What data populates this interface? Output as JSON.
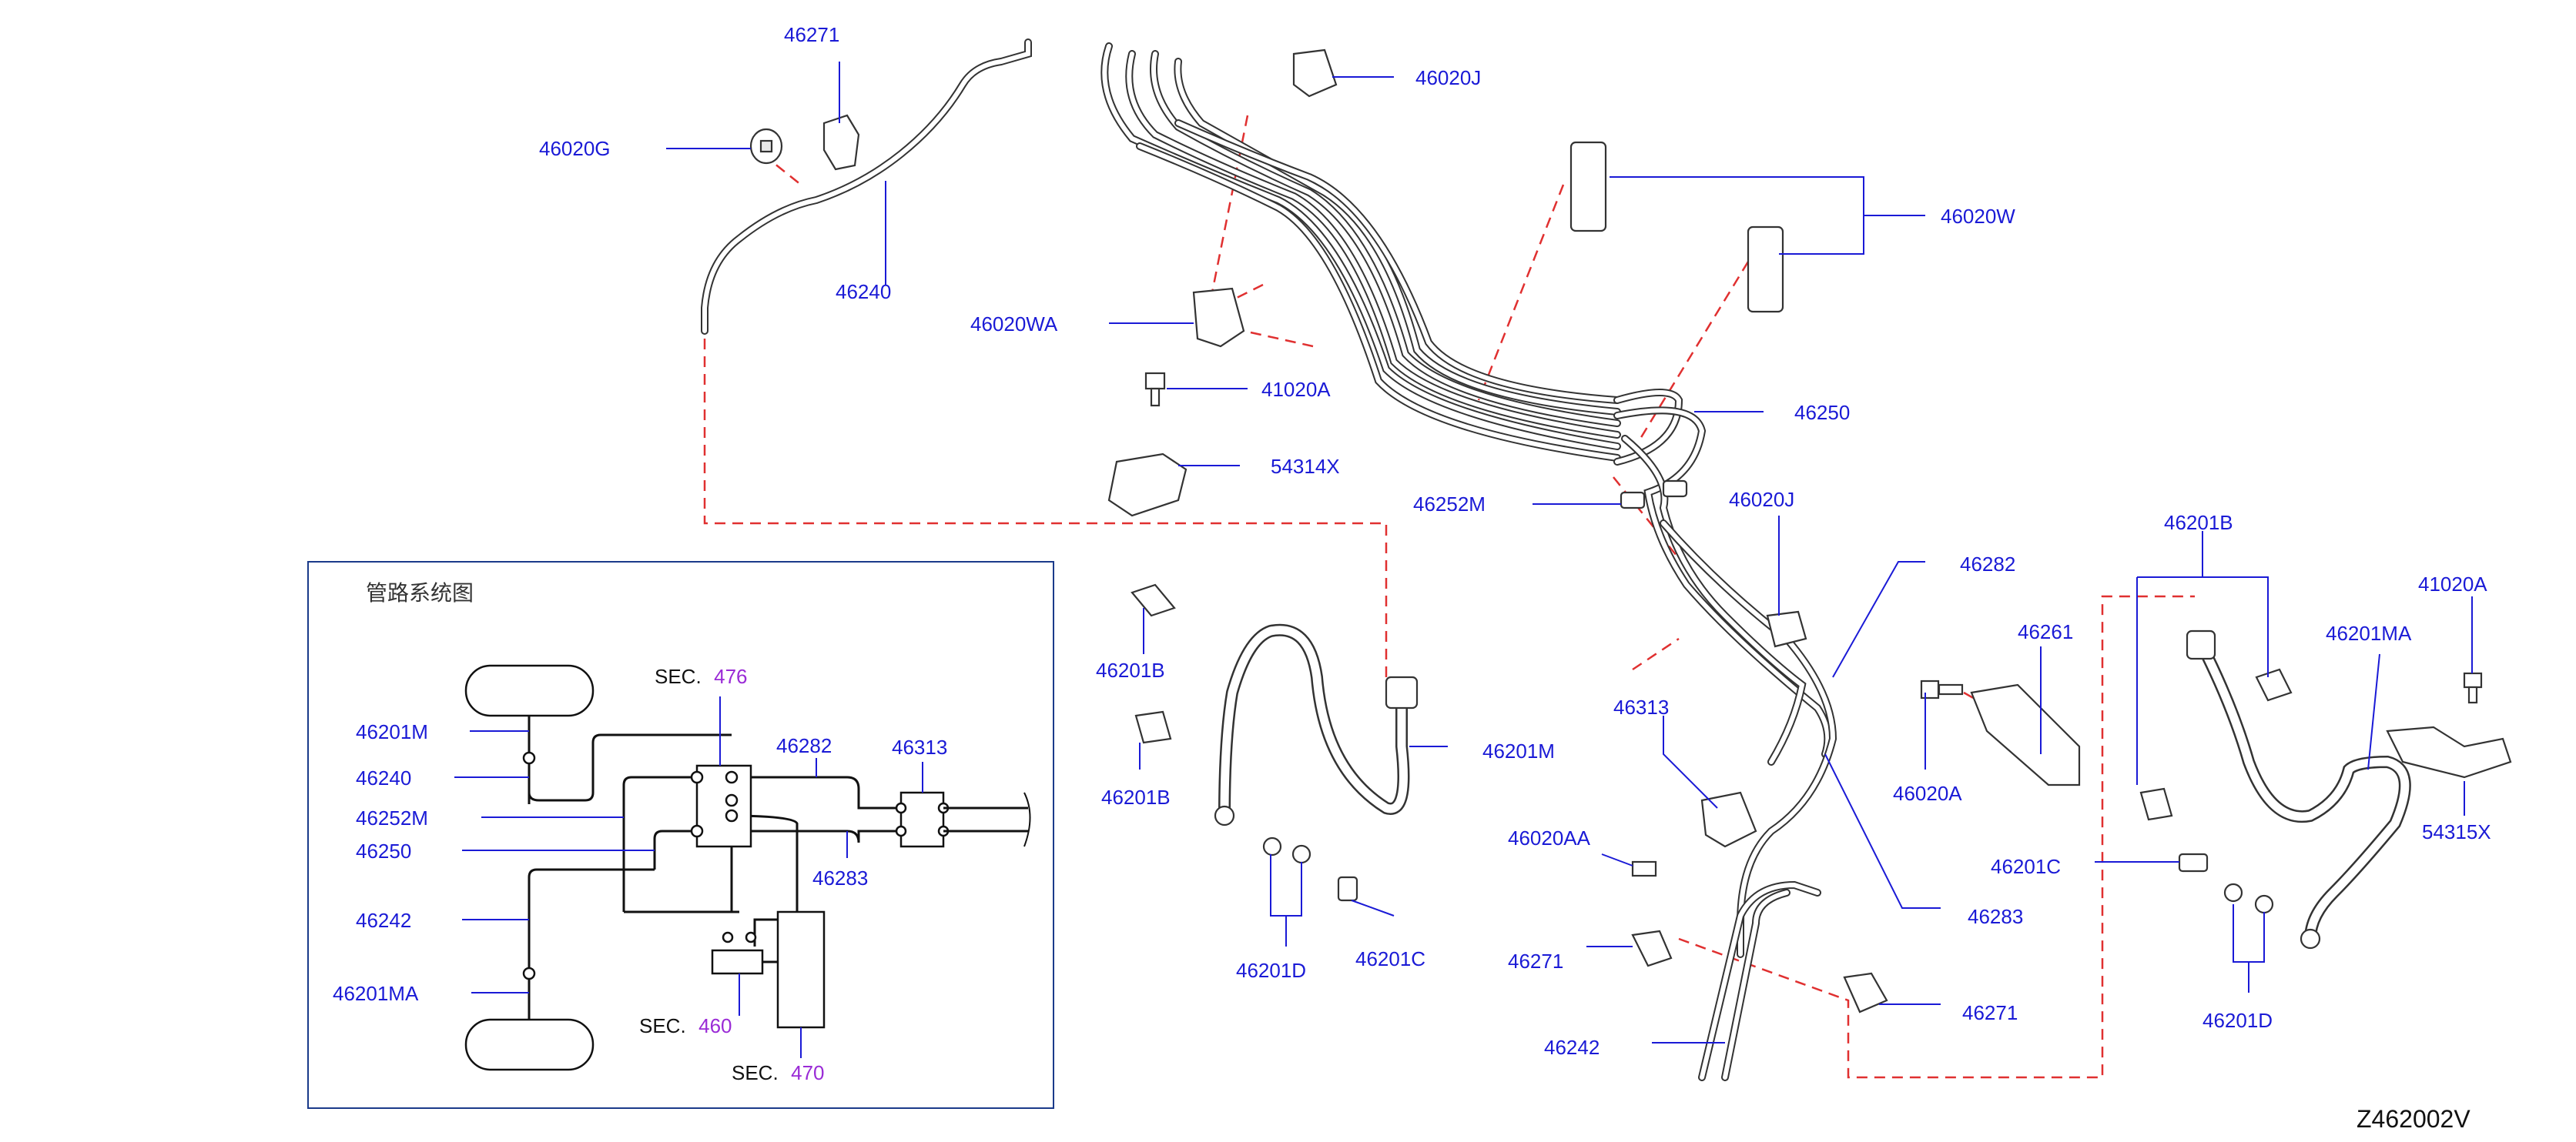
{
  "diagram_id": "Z462002V",
  "labels": {
    "l_46271_top": "46271",
    "l_46020G": "46020G",
    "l_46240": "46240",
    "l_46020J_top": "46020J",
    "l_46020W": "46020W",
    "l_46020WA": "46020WA",
    "l_41020A_mid": "41020A",
    "l_54314X": "54314X",
    "l_46250": "46250",
    "l_46252M": "46252M",
    "l_46020J_mid": "46020J",
    "l_46282": "46282",
    "l_46201B_left1": "46201B",
    "l_46201B_left2": "46201B",
    "l_46201M": "46201M",
    "l_46201D_left": "46201D",
    "l_46201C_left": "46201C",
    "l_46313": "46313",
    "l_46020AA": "46020AA",
    "l_46271_mid": "46271",
    "l_46242": "46242",
    "l_46271_low": "46271",
    "l_46261": "46261",
    "l_46020A": "46020A",
    "l_46283": "46283",
    "l_46201B_right": "46201B",
    "l_41020A_right": "41020A",
    "l_46201MA": "46201MA",
    "l_54315X": "54315X",
    "l_46201C_right": "46201C",
    "l_46201D_right": "46201D"
  },
  "inset": {
    "title": "管路系统图",
    "labels": {
      "s_46201M": "46201M",
      "s_46240": "46240",
      "s_46252M": "46252M",
      "s_46250": "46250",
      "s_46242": "46242",
      "s_46201MA": "46201MA",
      "s_46282": "46282",
      "s_46313": "46313",
      "s_46283": "46283"
    },
    "sections": {
      "sec_prefix": "SEC.",
      "sec_476": "476",
      "sec_460": "460",
      "sec_470": "470"
    }
  },
  "colors": {
    "label_blue": "#1a1ad6",
    "section_purple": "#9a2bd6",
    "dashed_red": "#e03030",
    "frame_blue": "#1a3a8a"
  }
}
